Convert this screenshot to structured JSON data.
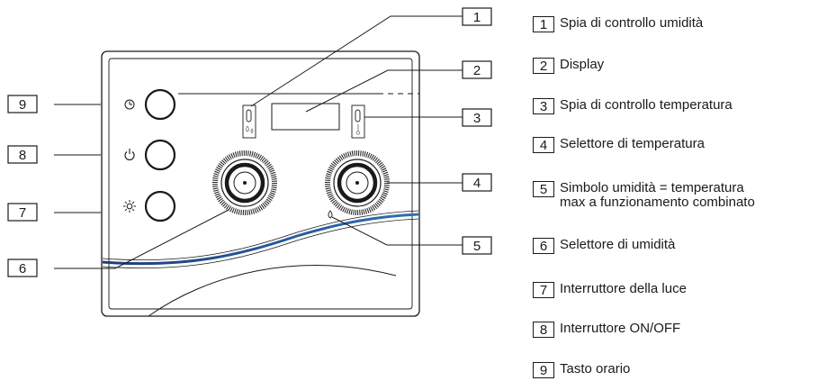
{
  "diagram": {
    "callouts": [
      "1",
      "2",
      "3",
      "4",
      "5",
      "6",
      "7",
      "8",
      "9"
    ],
    "panel_icons": {
      "clock_button": "clock-icon",
      "power_button": "power-icon",
      "light_button": "sun-icon",
      "humidity_indicator": "droplet-icon",
      "temperature_indicator": "thermometer-icon"
    }
  },
  "legend": [
    {
      "num": "1",
      "text": "Spia di controllo umidità"
    },
    {
      "num": "2",
      "text": "Display"
    },
    {
      "num": "3",
      "text": "Spia di controllo temperatura"
    },
    {
      "num": "4",
      "text": "Selettore di temperatura"
    },
    {
      "num": "5",
      "text": "Simbolo umidità = temperatura\nmax a funzionamento combinato"
    },
    {
      "num": "6",
      "text": "Selettore di umidità"
    },
    {
      "num": "7",
      "text": "Interruttore della luce"
    },
    {
      "num": "8",
      "text": "Interruttore ON/OFF"
    },
    {
      "num": "9",
      "text": "Tasto orario"
    }
  ]
}
